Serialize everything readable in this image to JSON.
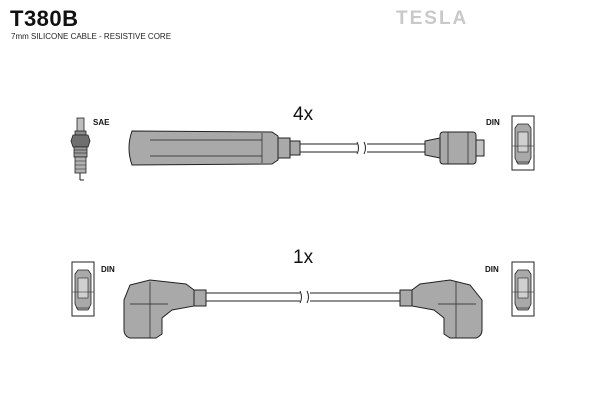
{
  "header": {
    "part_number": "T380B",
    "description": "7mm SILICONE CABLE - RESISTIVE CORE",
    "brand": "TESLA"
  },
  "lead_top": {
    "quantity": "4x",
    "left_connector": "SAE",
    "right_connector": "DIN"
  },
  "lead_bottom": {
    "quantity": "1x",
    "left_connector": "DIN",
    "right_connector": "DIN"
  },
  "colors": {
    "boot_fill": "#a9a9a9",
    "outline": "#222222",
    "brand": "#c9c9c9"
  }
}
